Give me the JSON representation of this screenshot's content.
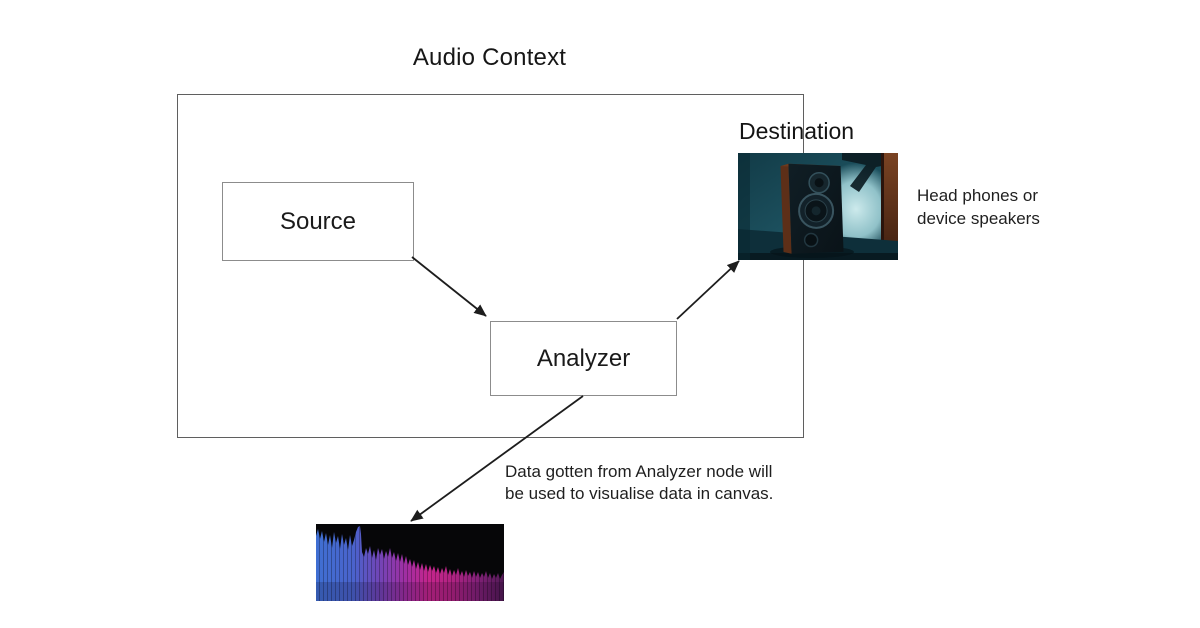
{
  "diagram": {
    "title": "Audio Context",
    "nodes": {
      "source": "Source",
      "analyzer": "Analyzer",
      "destination": "Destination"
    },
    "captions": {
      "destination": "Head phones or\ndevice speakers",
      "analyzer_note": "Data gotten from Analyzer node will\nbe used to visualise data in canvas."
    },
    "images": {
      "speaker": "speaker-photo",
      "waveform": "waveform-visualization"
    },
    "colors": {
      "background": "#ffffff",
      "arrow": "#1d1d1d",
      "outer_border": "#5f5f5f",
      "node_border": "#8c8c8c",
      "text": "#1c1c1c",
      "photo_teal": "#1d5260",
      "photo_highlight": "#cdeaec",
      "waveform_black": "#060608",
      "waveform_blue": "#3f6fd2",
      "waveform_magenta": "#c4258c",
      "waveform_purple": "#511a55"
    }
  }
}
